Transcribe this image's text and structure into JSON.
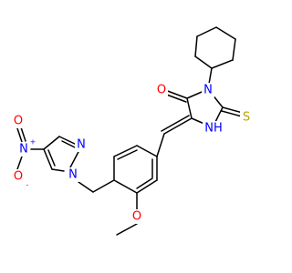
{
  "molecule": {
    "atoms": {
      "O_carbonyl": {
        "label": "O",
        "color": "#ff0000"
      },
      "N_ring3": {
        "label": "N",
        "color": "#0000ff"
      },
      "NH_ring1": {
        "label": "NH",
        "color": "#0000ff"
      },
      "S_thione": {
        "label": "S",
        "color": "#b8a400"
      },
      "N_pz1": {
        "label": "N",
        "color": "#0000ff"
      },
      "N_pz2": {
        "label": "N",
        "color": "#0000ff"
      },
      "N_nitro": {
        "label": "N",
        "color": "#0000ff",
        "charge": "+"
      },
      "O_nitro_up": {
        "label": "O",
        "color": "#ff0000"
      },
      "O_nitro_down": {
        "label": "O",
        "color": "#ff0000",
        "charge": "-"
      },
      "O_methoxy": {
        "label": "O",
        "color": "#ff0000"
      }
    }
  }
}
